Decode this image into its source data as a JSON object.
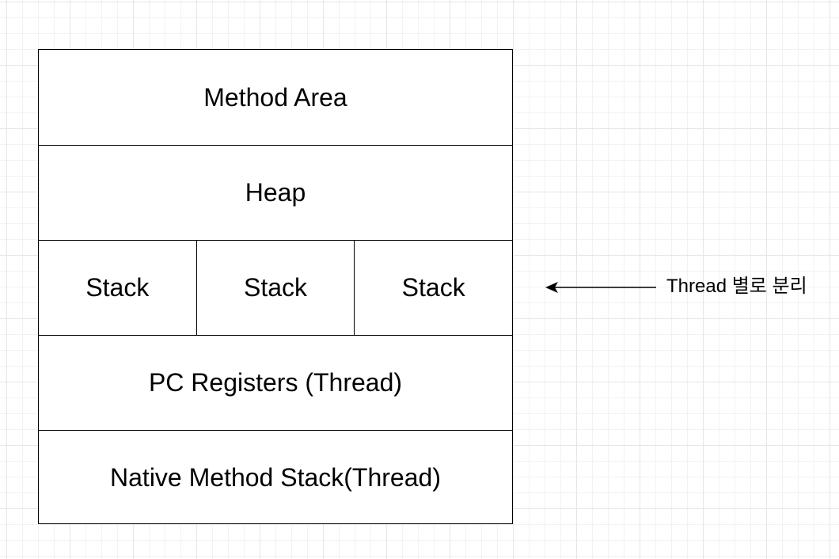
{
  "diagram": {
    "method_area": "Method Area",
    "heap": "Heap",
    "stacks": [
      "Stack",
      "Stack",
      "Stack"
    ],
    "pc_registers": "PC Registers (Thread)",
    "native_method_stack": "Native Method Stack(Thread)"
  },
  "annotation": {
    "text": "Thread 별로 분리"
  }
}
